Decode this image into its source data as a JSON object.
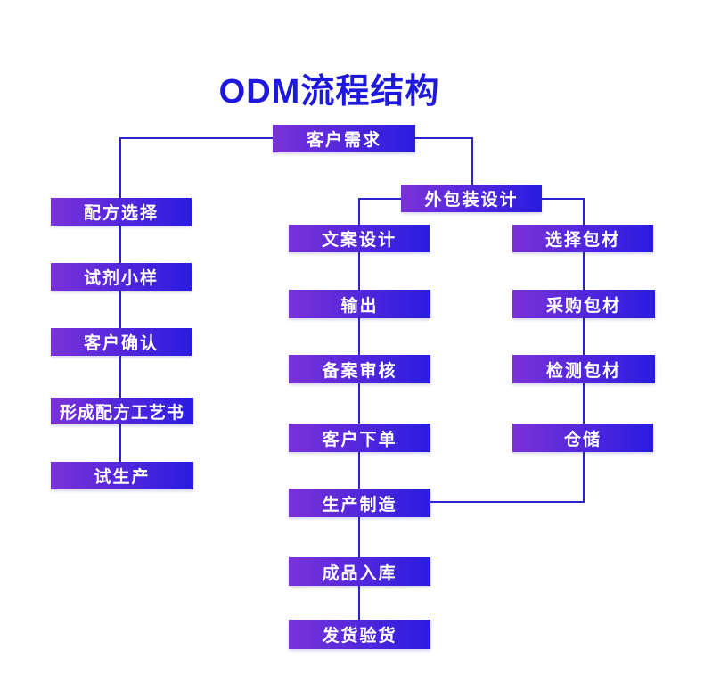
{
  "title": "ODM流程结构",
  "colors": {
    "title_text": "#1e18de",
    "node_gradient_start": "#7b32d8",
    "node_gradient_end": "#2a1ce0",
    "node_text": "#ffffff",
    "connector_line": "#2c23cb",
    "background": "#ffffff"
  },
  "flowchart": {
    "root": "客户需求",
    "left_branch": [
      "配方选择",
      "试剂小样",
      "客户确认",
      "形成配方工艺书",
      "试生产"
    ],
    "packaging_root": "外包装设计",
    "design_branch": [
      "文案设计",
      "输出",
      "备案审核",
      "客户下单",
      "生产制造",
      "成品入库",
      "发货验货"
    ],
    "material_branch": [
      "选择包材",
      "采购包材",
      "检测包材",
      "仓储"
    ],
    "edges": [
      [
        "客户需求",
        "配方选择"
      ],
      [
        "配方选择",
        "试剂小样"
      ],
      [
        "试剂小样",
        "客户确认"
      ],
      [
        "客户确认",
        "形成配方工艺书"
      ],
      [
        "形成配方工艺书",
        "试生产"
      ],
      [
        "客户需求",
        "外包装设计"
      ],
      [
        "外包装设计",
        "文案设计"
      ],
      [
        "文案设计",
        "输出"
      ],
      [
        "输出",
        "备案审核"
      ],
      [
        "备案审核",
        "客户下单"
      ],
      [
        "客户下单",
        "生产制造"
      ],
      [
        "生产制造",
        "成品入库"
      ],
      [
        "成品入库",
        "发货验货"
      ],
      [
        "外包装设计",
        "选择包材"
      ],
      [
        "选择包材",
        "采购包材"
      ],
      [
        "采购包材",
        "检测包材"
      ],
      [
        "检测包材",
        "仓储"
      ],
      [
        "仓储",
        "生产制造"
      ]
    ]
  }
}
